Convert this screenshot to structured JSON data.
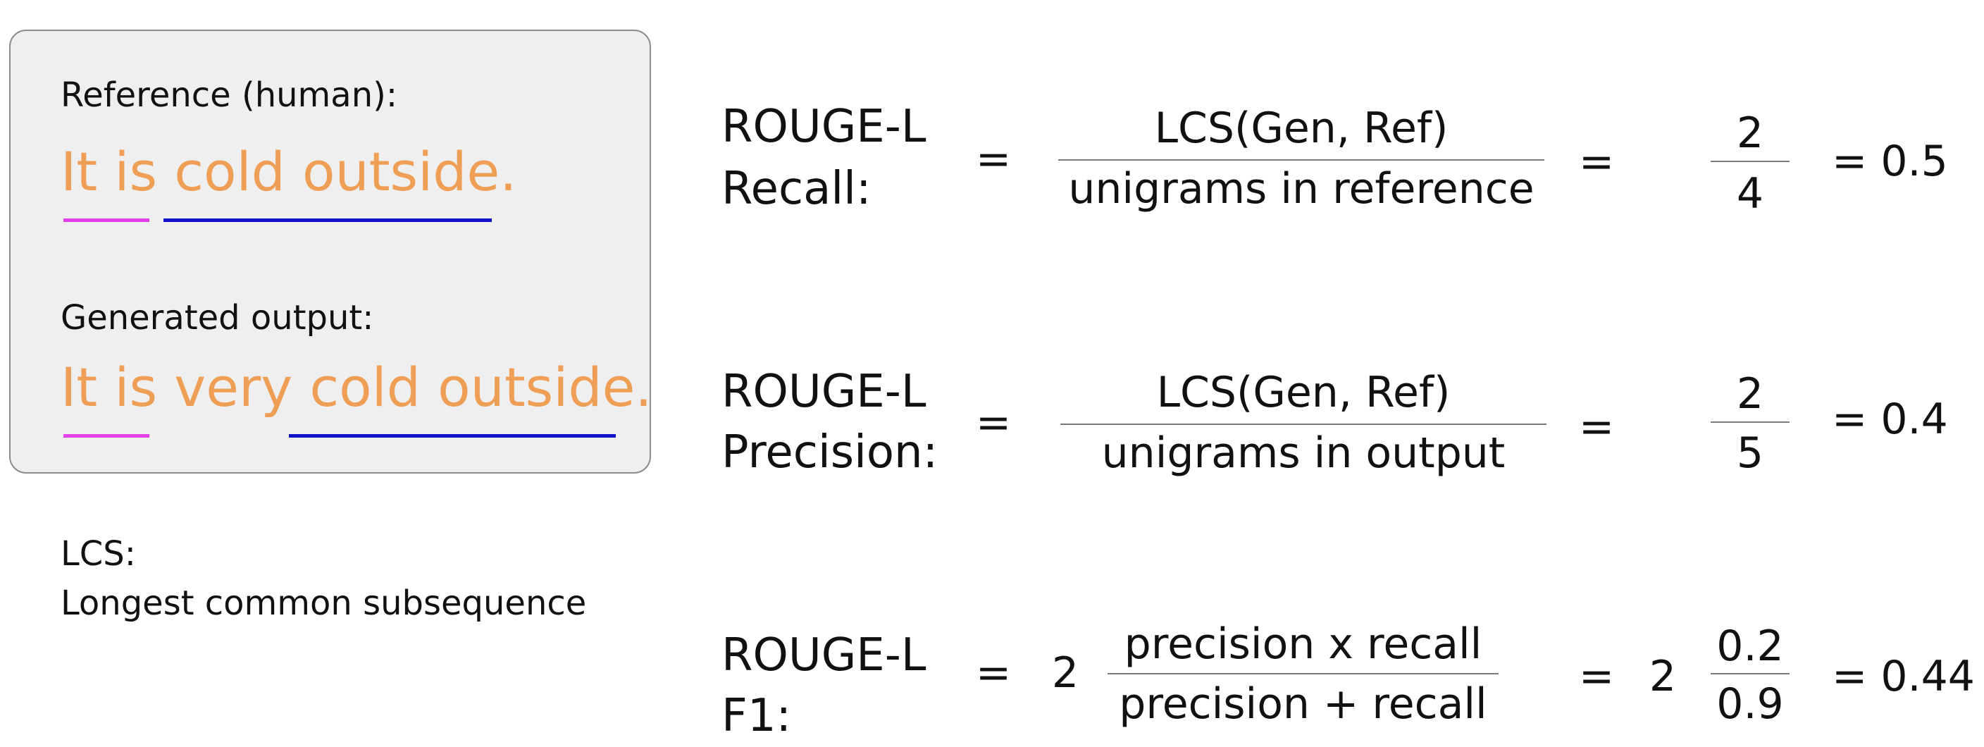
{
  "example": {
    "reference_label": "Reference (human):",
    "reference_sentence": "It is cold outside.",
    "generated_label": "Generated output:",
    "generated_sentence": "It is very cold outside.",
    "colors": {
      "text_highlight": "#ef9f55",
      "match_underline_1": "#e43fe8",
      "match_underline_2": "#1111cc"
    }
  },
  "lcs_note": {
    "abbr": "LCS:",
    "full": "Longest common subsequence"
  },
  "formulas": {
    "recall": {
      "label_line1": "ROUGE-L",
      "label_line2": "Recall:",
      "eq1": "=",
      "numerator": "LCS(Gen, Ref)",
      "denominator": "unigrams in reference",
      "eq2": "=",
      "value_num": "2",
      "value_den": "4",
      "result": "= 0.5"
    },
    "precision": {
      "label_line1": "ROUGE-L",
      "label_line2": "Precision:",
      "eq1": "=",
      "numerator": "LCS(Gen, Ref)",
      "denominator": "unigrams in output",
      "eq2": "=",
      "value_num": "2",
      "value_den": "5",
      "result": "= 0.4"
    },
    "f1": {
      "label_line1": "ROUGE-L",
      "label_line2": "F1:",
      "eq1": "=",
      "coef1": "2",
      "numerator": "precision x recall",
      "denominator": "precision + recall",
      "eq2": "=",
      "coef2": "2",
      "value_num": "0.2",
      "value_den": "0.9",
      "result": "= 0.44"
    }
  }
}
